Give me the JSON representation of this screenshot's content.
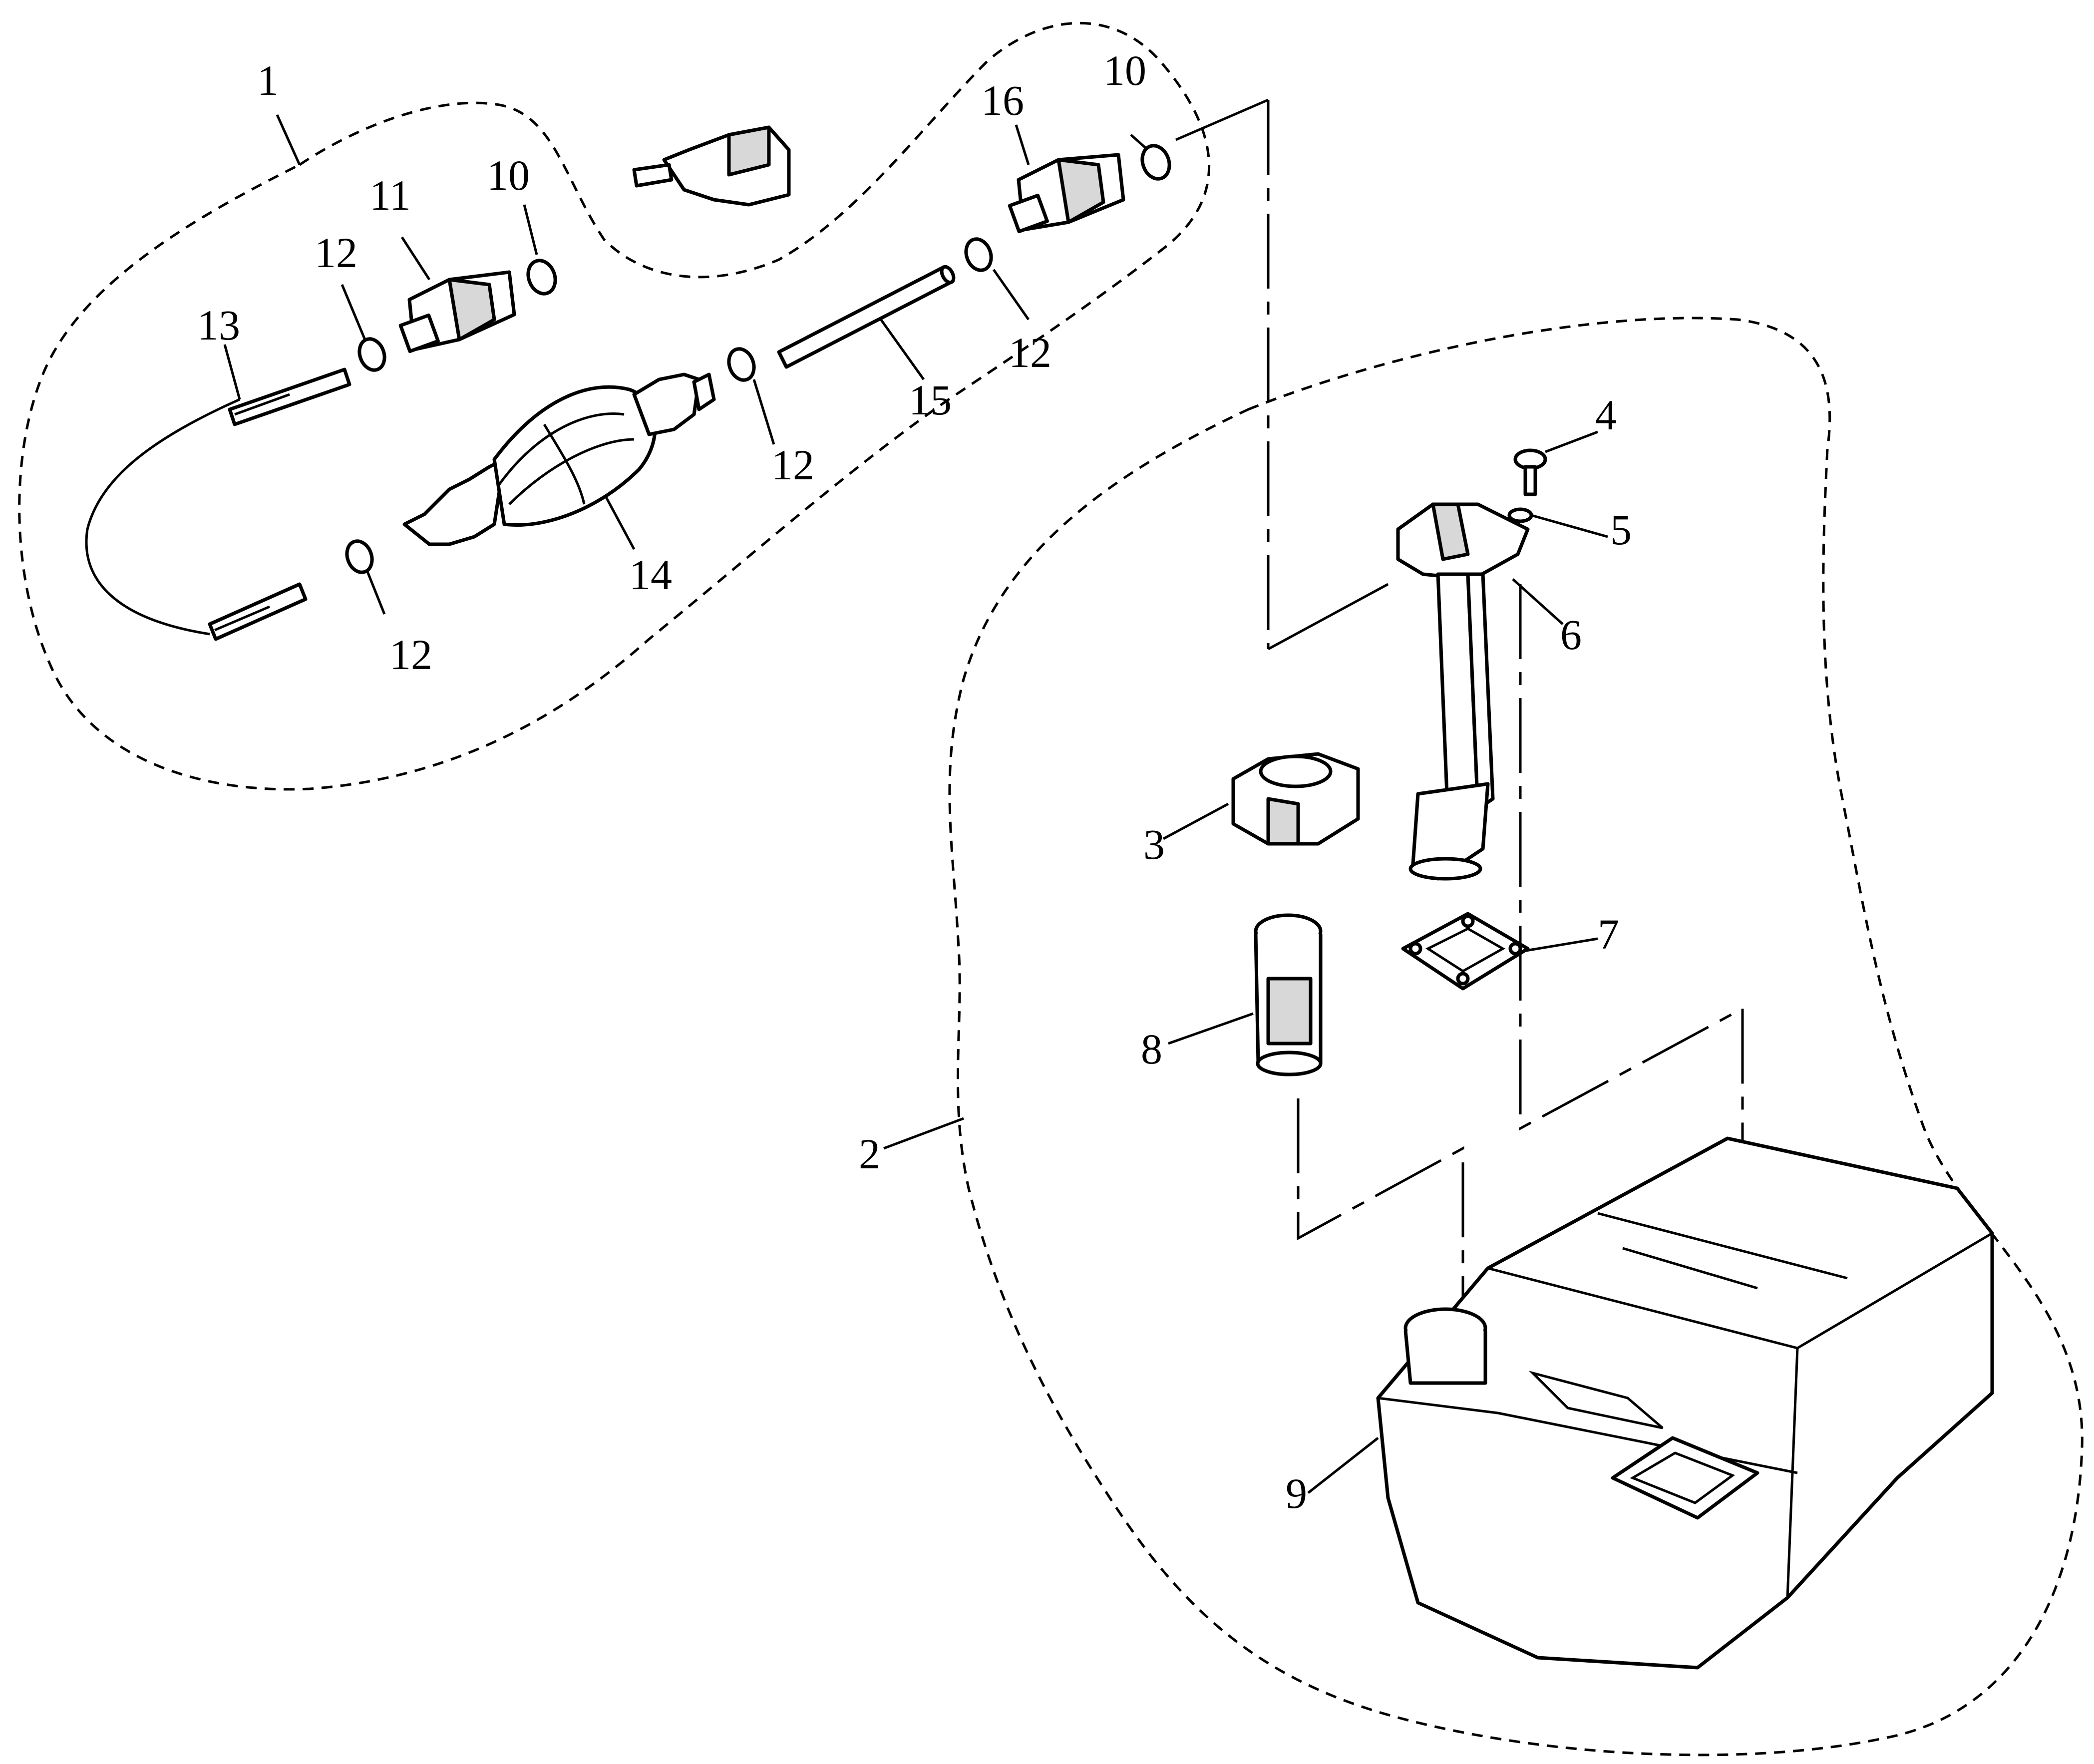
{
  "callouts": [
    {
      "id": "callout-1",
      "text": "1"
    },
    {
      "id": "callout-2",
      "text": "2"
    },
    {
      "id": "callout-3",
      "text": "3"
    },
    {
      "id": "callout-4",
      "text": "4"
    },
    {
      "id": "callout-5",
      "text": "5"
    },
    {
      "id": "callout-6",
      "text": "6"
    },
    {
      "id": "callout-7",
      "text": "7"
    },
    {
      "id": "callout-8",
      "text": "8"
    },
    {
      "id": "callout-9",
      "text": "9"
    },
    {
      "id": "callout-10a",
      "text": "10"
    },
    {
      "id": "callout-10b",
      "text": "10"
    },
    {
      "id": "callout-11",
      "text": "11"
    },
    {
      "id": "callout-12a",
      "text": "12"
    },
    {
      "id": "callout-12b",
      "text": "12"
    },
    {
      "id": "callout-12c",
      "text": "12"
    },
    {
      "id": "callout-12d",
      "text": "12"
    },
    {
      "id": "callout-13",
      "text": "13"
    },
    {
      "id": "callout-14",
      "text": "14"
    },
    {
      "id": "callout-15",
      "text": "15"
    },
    {
      "id": "callout-16",
      "text": "16"
    }
  ]
}
